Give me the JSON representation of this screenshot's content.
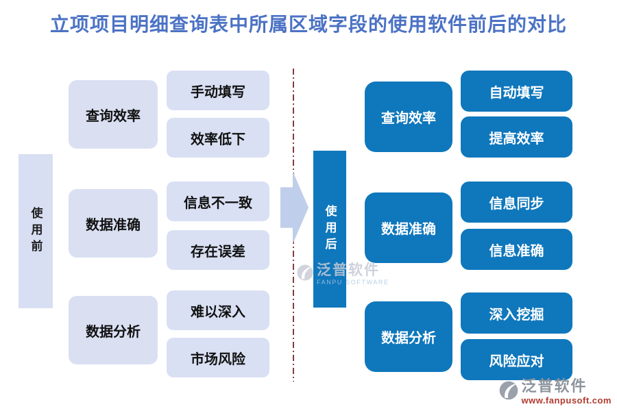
{
  "title": "立项项目明细查询表中所属区域字段的使用软件前后的对比",
  "before": {
    "bar_label": "使用前",
    "groups": [
      {
        "category": "查询效率",
        "items": [
          "手动填写",
          "效率低下"
        ]
      },
      {
        "category": "数据准确",
        "items": [
          "信息不一致",
          "存在误差"
        ]
      },
      {
        "category": "数据分析",
        "items": [
          "难以深入",
          "市场风险"
        ]
      }
    ]
  },
  "after": {
    "bar_label": "使用后",
    "groups": [
      {
        "category": "查询效率",
        "items": [
          "自动填写",
          "提高效率"
        ]
      },
      {
        "category": "数据准确",
        "items": [
          "信息同步",
          "信息准确"
        ]
      },
      {
        "category": "数据分析",
        "items": [
          "深入挖掘",
          "风险应对"
        ]
      }
    ]
  },
  "watermark": {
    "brand": "泛普软件",
    "tagline": "FANPU SOFTWARE"
  },
  "footer": {
    "brand": "泛普软件",
    "url": "www.fanpusoft.com"
  },
  "colors": {
    "title_blue": "#4B72C4",
    "dark_blue": "#0F77BC",
    "light_blue": "#DAE0F2",
    "arrow_blue": "#BFCEEA",
    "divider_red": "#833C3C",
    "footer_gray": "#8D949E",
    "url_red": "#B03A30"
  }
}
